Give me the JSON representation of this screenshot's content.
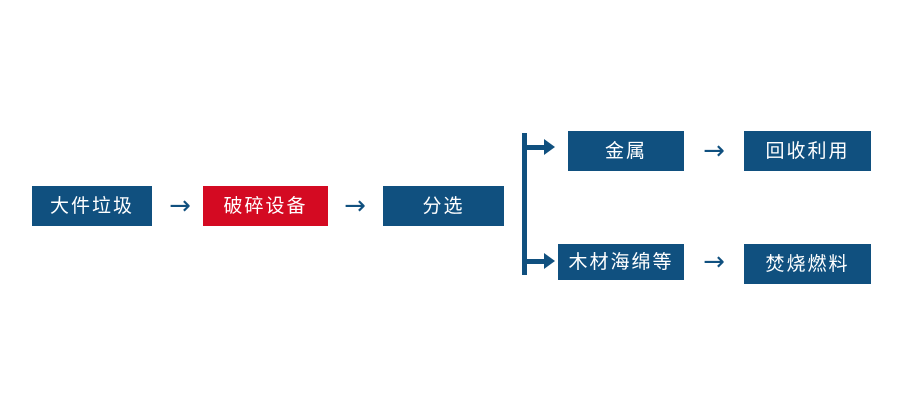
{
  "diagram": {
    "title": "",
    "colors": {
      "primary_blue": "#10507f",
      "highlight_red": "#d40a22",
      "background": "#ffffff",
      "node_text": "#ffffff"
    },
    "nodes": {
      "bulky_waste": "大件垃圾",
      "crushing_equipment": "破碎设备",
      "sorting": "分选",
      "metal": "金属",
      "recycling": "回收利用",
      "wood_sponge_etc": "木材海绵等",
      "incineration_fuel": "焚烧燃料"
    },
    "arrows": {
      "a1": "→",
      "a2": "→",
      "a3": "→",
      "a4": "→",
      "a5": "→"
    }
  }
}
